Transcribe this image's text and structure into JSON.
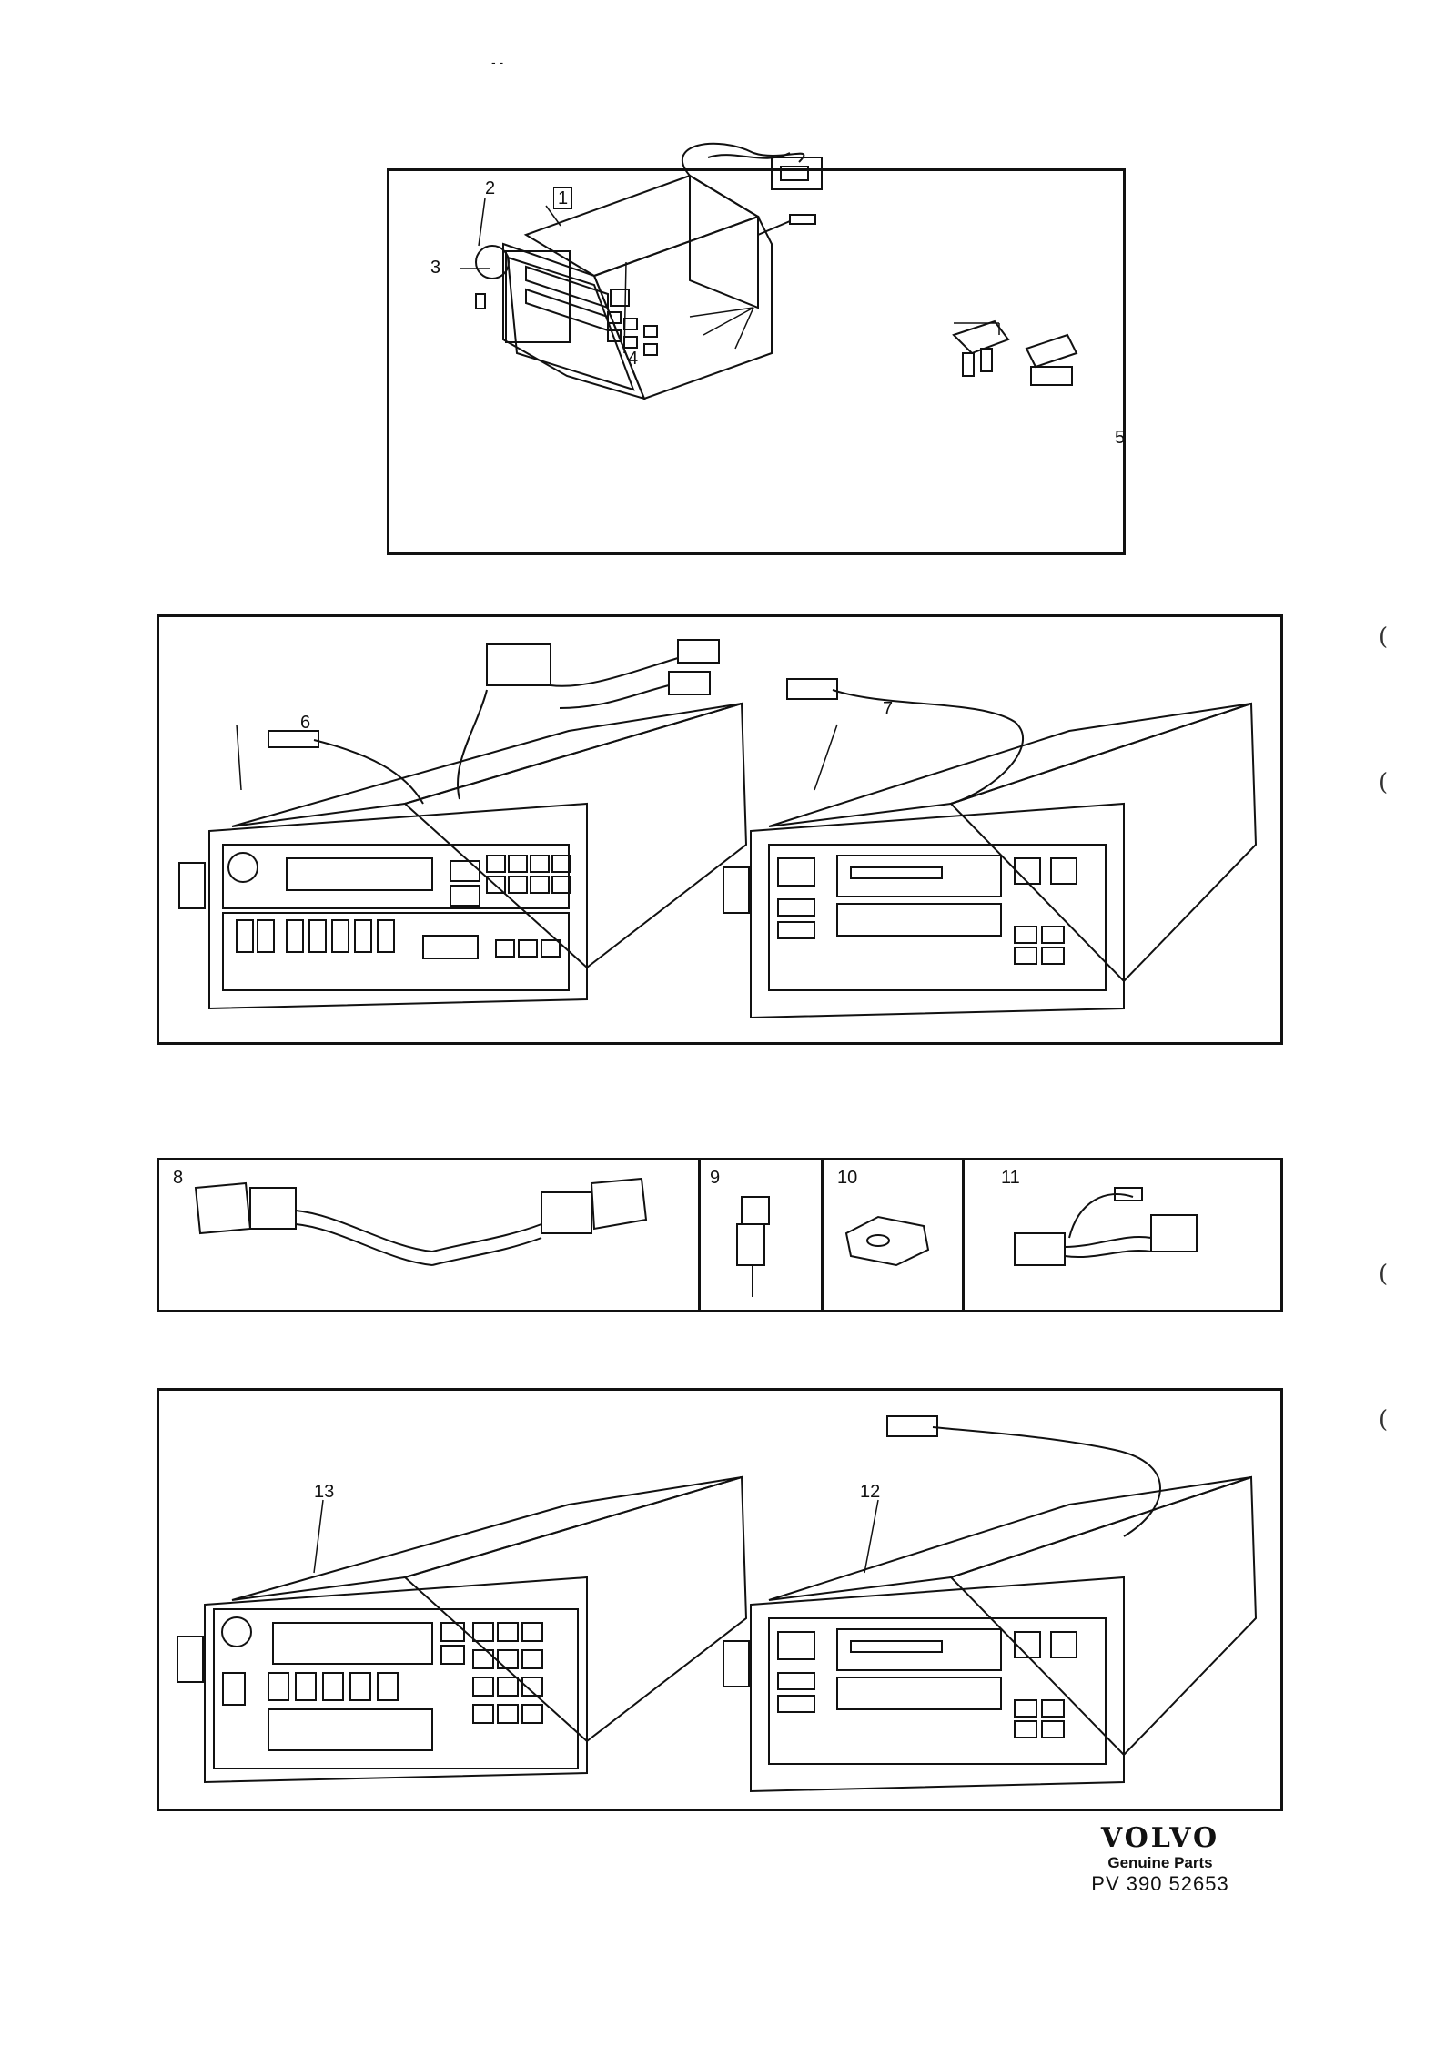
{
  "top_mark": "- -",
  "panels": {
    "p1": {
      "callouts": {
        "c1": "1",
        "c2": "2",
        "c3": "3",
        "c4": "4",
        "c5": "5"
      }
    },
    "p2": {
      "callouts": {
        "c6": "6",
        "c7": "7"
      }
    },
    "p3": {
      "callouts": {
        "c8": "8",
        "c9": "9",
        "c10": "10",
        "c11": "11"
      }
    },
    "p4": {
      "callouts": {
        "c13": "13",
        "c12": "12"
      }
    }
  },
  "margin_marks": [
    "(",
    "(",
    "(",
    "("
  ],
  "footer": {
    "brand": "VOLVO",
    "subtitle": "Genuine Parts",
    "code": "PV 390 52653"
  }
}
